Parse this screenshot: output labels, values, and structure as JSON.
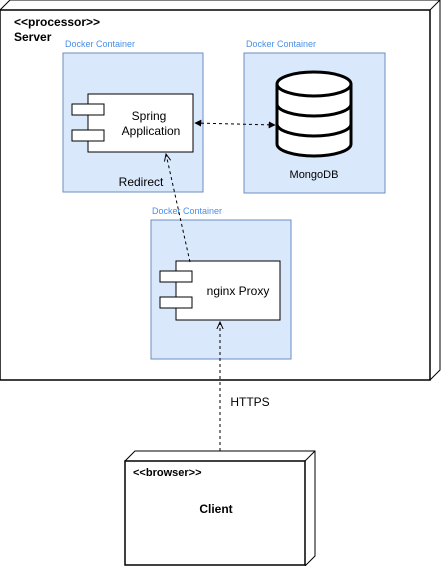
{
  "server": {
    "stereotype": "<<processor>>",
    "name": "Server"
  },
  "containers": {
    "spring": {
      "caption": "Docker Container",
      "component_line1": "Spring",
      "component_line2": "Application",
      "footer": "Redirect"
    },
    "mongo": {
      "caption": "Docker Container",
      "label": "MongoDB"
    },
    "nginx": {
      "caption": "Docker Container",
      "component_label": "nginx Proxy"
    }
  },
  "connection": {
    "label": "HTTPS"
  },
  "client": {
    "stereotype": "<<browser>>",
    "name": "Client"
  },
  "colors": {
    "container_fill": "#dae8fc",
    "container_stroke": "#6c8ebf",
    "container_caption": "#4a8ee6",
    "stroke": "#000000"
  }
}
